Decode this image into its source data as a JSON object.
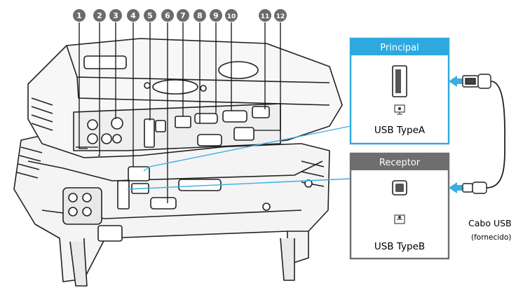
{
  "numbers": [
    "1",
    "2",
    "3",
    "4",
    "5",
    "6",
    "7",
    "8",
    "9",
    "10",
    "11",
    "12"
  ],
  "principal": {
    "title": "Principal",
    "caption": "USB TypeA",
    "icon": "usb-icon"
  },
  "receptor": {
    "title": "Receptor",
    "caption": "USB TypeB",
    "icon": "usb-icon"
  },
  "cable": {
    "label": "Cabo USB",
    "sublabel": "(fornecido)"
  },
  "colors": {
    "principal_header": "#2ea9df",
    "receptor_header": "#6e6e6e",
    "leader_line": "#3aaee0",
    "connector_arrow": "#3aaee0",
    "badge": "#6b6b6b"
  }
}
